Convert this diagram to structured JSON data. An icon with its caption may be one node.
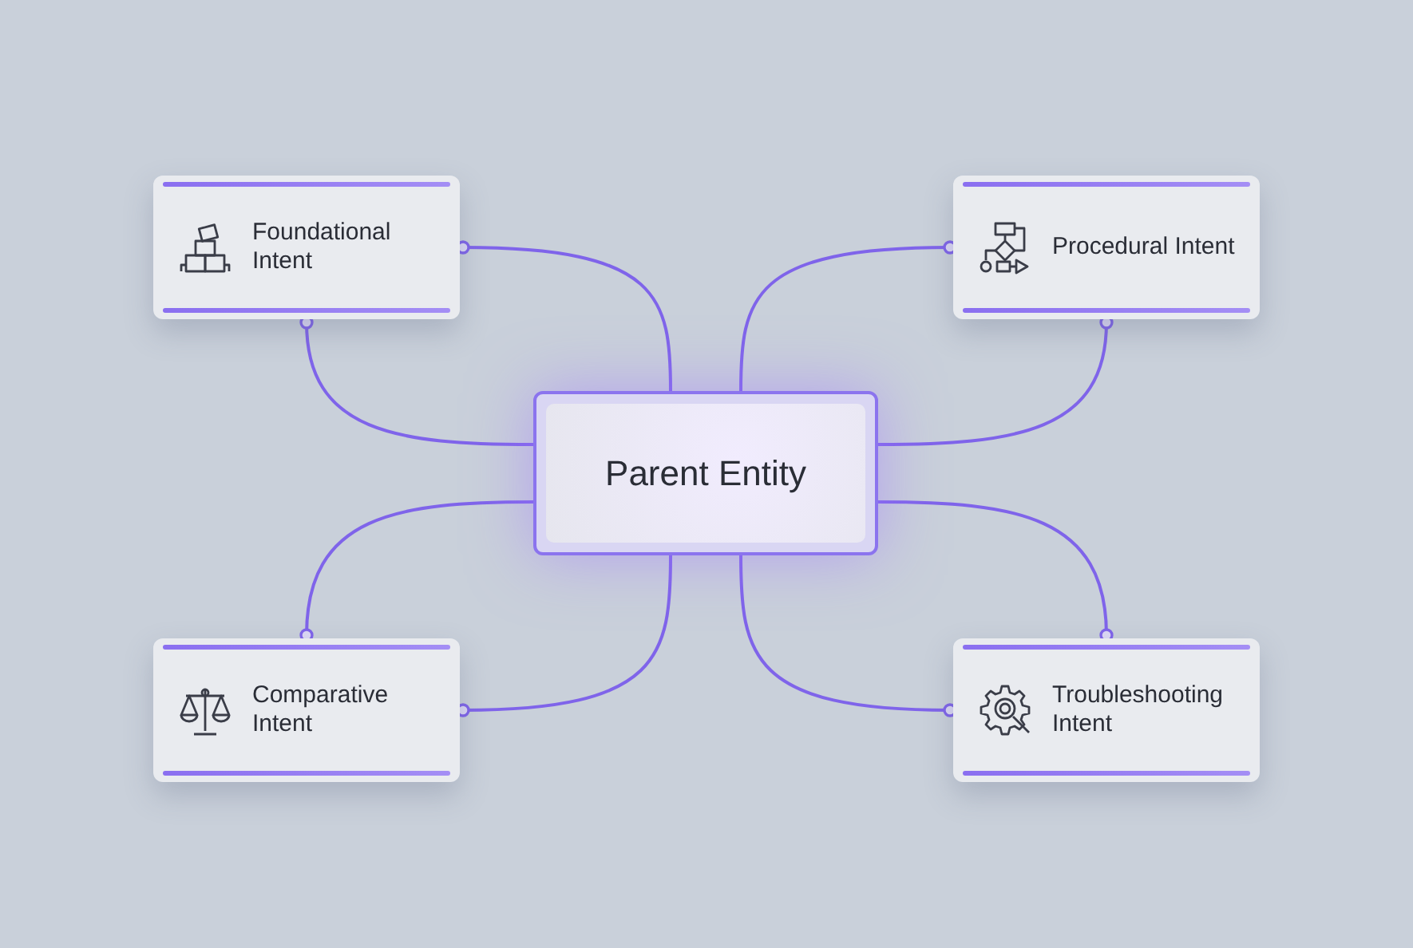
{
  "diagram": {
    "nodes": [
      {
        "text": [
          "Foundational Intent"
        ]
      },
      {
        "text": [
          "Procedural Intent"
        ]
      },
      {
        "text": [
          "Parent Entity"
        ]
      },
      {
        "text": [
          "Comparative Intent"
        ]
      },
      {
        "text": [
          "Troubleshooting Intent"
        ]
      }
    ],
    "edges": [
      {
        "from": 0,
        "to": 2,
        "arrow": "other"
      },
      {
        "from": 0,
        "to": 2,
        "arrow": "other"
      },
      {
        "from": 1,
        "to": 2,
        "arrow": "other"
      },
      {
        "from": 1,
        "to": 2,
        "arrow": "other"
      },
      {
        "from": 3,
        "to": 2,
        "arrow": "other"
      },
      {
        "from": 3,
        "to": 2,
        "arrow": "other"
      },
      {
        "from": 4,
        "to": 2,
        "arrow": "other"
      },
      {
        "from": 4,
        "to": 2,
        "arrow": "other"
      }
    ]
  }
}
